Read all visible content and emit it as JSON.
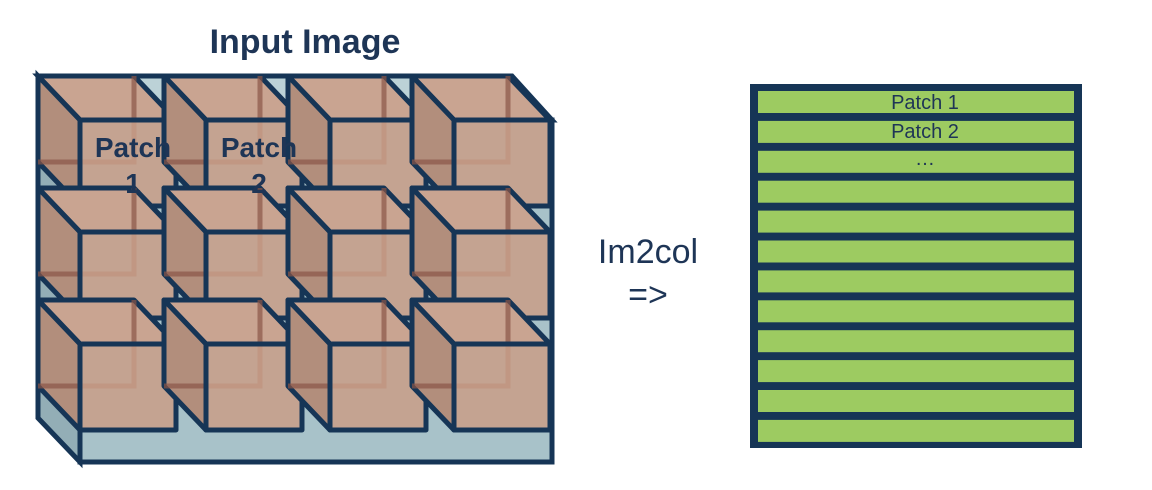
{
  "input_title": "Input Image",
  "patch_labels": [
    {
      "line1": "Patch",
      "line2": "1"
    },
    {
      "line1": "Patch",
      "line2": "2"
    }
  ],
  "operation": {
    "name": "Im2col",
    "arrow": "=>"
  },
  "matrix": {
    "row_count": 12,
    "row_labels": [
      "Patch 1",
      "Patch 2",
      "…"
    ]
  },
  "colors": {
    "outline": "#163556",
    "cube": "#c99e87",
    "row_fill": "#9dcb61",
    "text": "#1e3556"
  }
}
